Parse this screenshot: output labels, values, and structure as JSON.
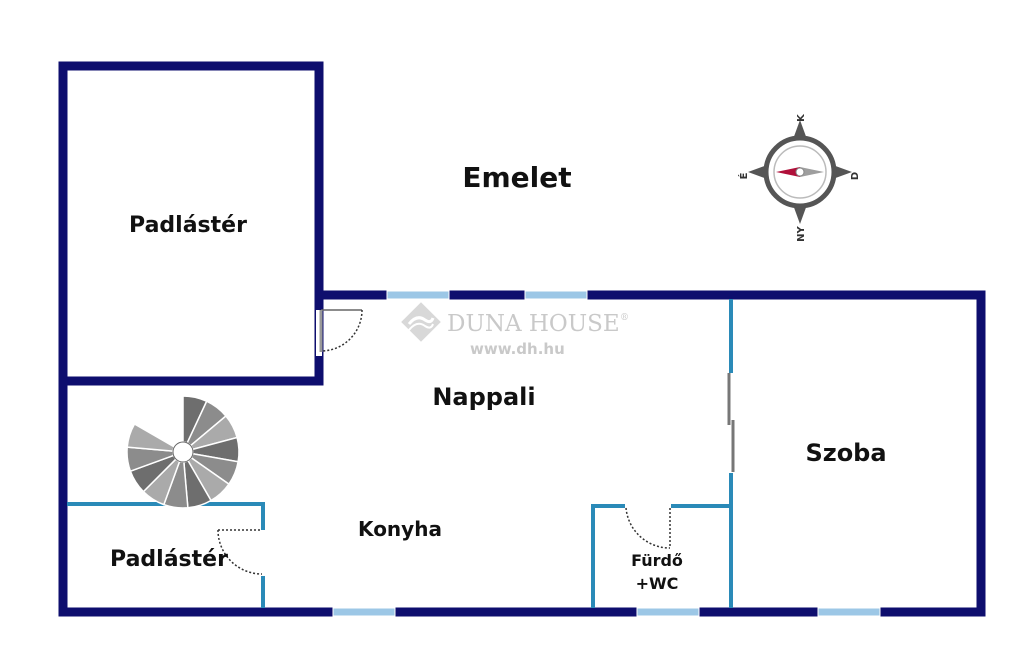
{
  "floor_title": "Emelet",
  "rooms": {
    "attic_top": "Padlástér",
    "living": "Nappali",
    "kitchen": "Konyha",
    "bedroom": "Szoba",
    "attic_bottom": "Padlástér",
    "bath_line1": "Fürdő",
    "bath_line2": "+WC"
  },
  "watermark": {
    "brand": "DUNA HOUSE",
    "registered": "®",
    "url": "www.dh.hu"
  },
  "compass": {
    "north": "K",
    "east": "D",
    "south": "NY",
    "west": "É"
  },
  "colors": {
    "outer_wall": "#0e0e6e",
    "inner_wall": "#2a8ab8",
    "window": "#9cc7e6"
  }
}
